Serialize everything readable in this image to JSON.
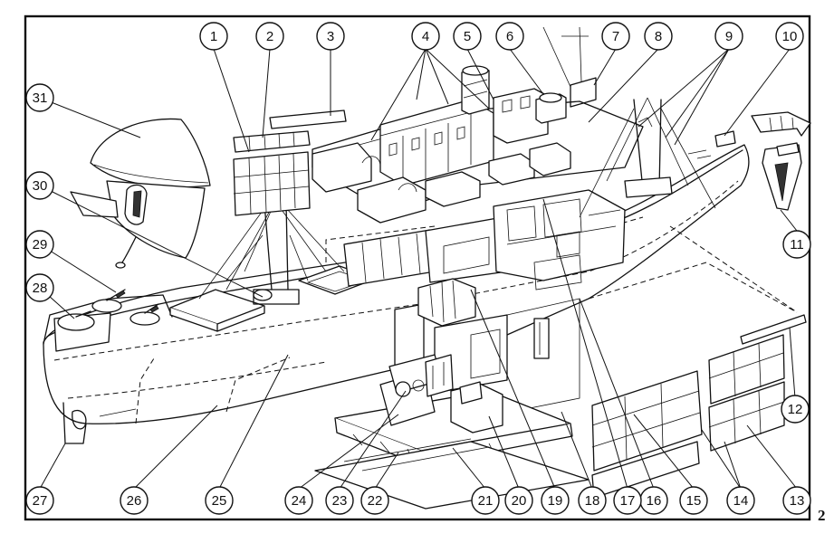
{
  "diagram": {
    "callouts": [
      "1",
      "2",
      "3",
      "4",
      "5",
      "6",
      "7",
      "8",
      "9",
      "10",
      "11",
      "12",
      "13",
      "14",
      "15",
      "16",
      "17",
      "18",
      "19",
      "20",
      "21",
      "22",
      "23",
      "24",
      "25",
      "26",
      "27",
      "28",
      "29",
      "30",
      "31"
    ]
  },
  "page": {
    "number": "2"
  }
}
